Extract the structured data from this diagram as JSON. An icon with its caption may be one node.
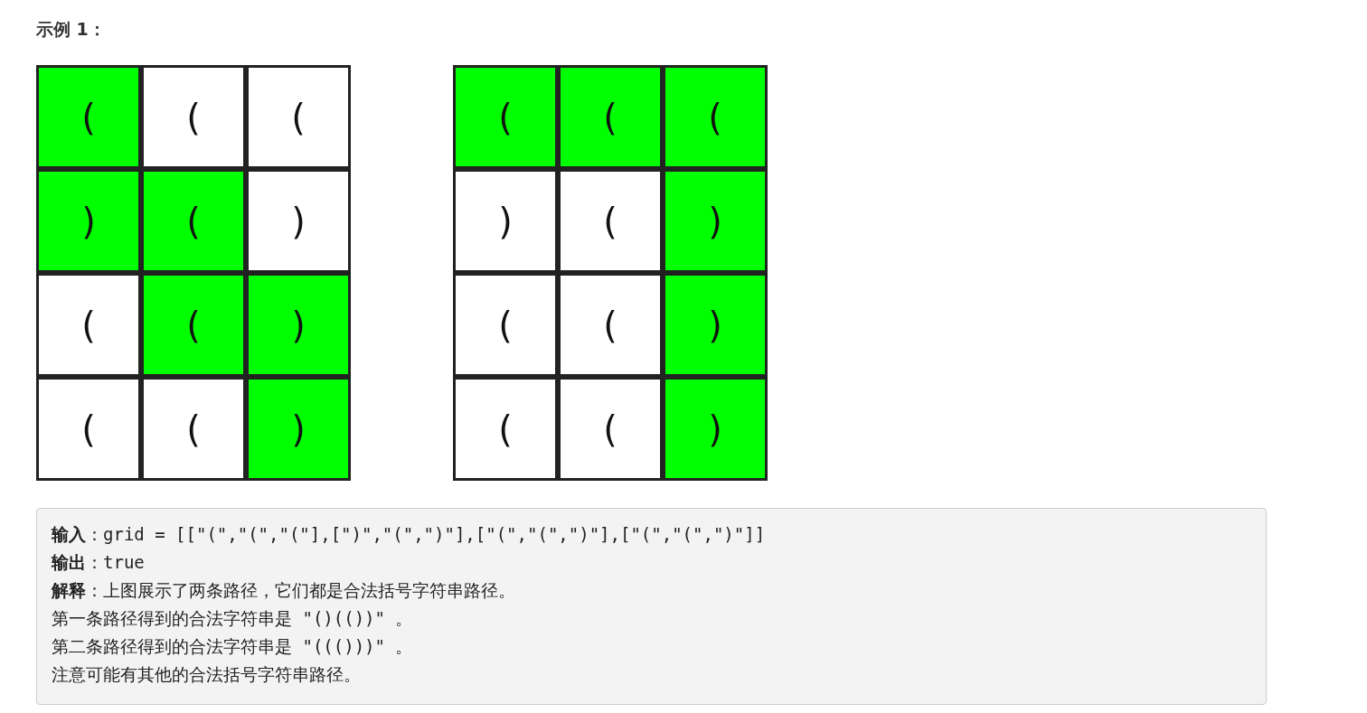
{
  "diagram": {
    "title": "示例 1：",
    "nodes": [
      {
        "text": [
          "("
        ]
      },
      {
        "text": [
          "("
        ]
      },
      {
        "text": [
          "("
        ]
      },
      {
        "text": [
          ")"
        ]
      },
      {
        "text": [
          "("
        ]
      },
      {
        "text": [
          ")"
        ]
      },
      {
        "text": [
          "("
        ]
      },
      {
        "text": [
          "("
        ]
      },
      {
        "text": [
          ")"
        ]
      },
      {
        "text": [
          "("
        ]
      },
      {
        "text": [
          "("
        ]
      },
      {
        "text": [
          ")"
        ]
      },
      {
        "text": [
          "("
        ]
      },
      {
        "text": [
          "("
        ]
      },
      {
        "text": [
          "("
        ]
      },
      {
        "text": [
          ")"
        ]
      },
      {
        "text": [
          "("
        ]
      },
      {
        "text": [
          ")"
        ]
      },
      {
        "text": [
          "("
        ]
      },
      {
        "text": [
          "("
        ]
      },
      {
        "text": [
          ")"
        ]
      },
      {
        "text": [
          "("
        ]
      },
      {
        "text": [
          "("
        ]
      },
      {
        "text": [
          ")"
        ]
      }
    ],
    "edges": [],
    "labels": [
      "**输入**：grid = [[\"(\",\"(\",\"(\"],[\")\",\"(\",\")\"],[\"(\",\"(\",\")\"],[\"(\",\"(\",\")\"]]",
      "**输出**：true",
      "**解释**：上图展示了两条路径，它们都是合法括号字符串路径。",
      "第一条路径得到的合法字符串是 \"()(())\" 。",
      "第二条路径得到的合法字符串是 \"((()))\" 。",
      "注意可能有其他的合法括号字符串路径。"
    ]
  }
}
